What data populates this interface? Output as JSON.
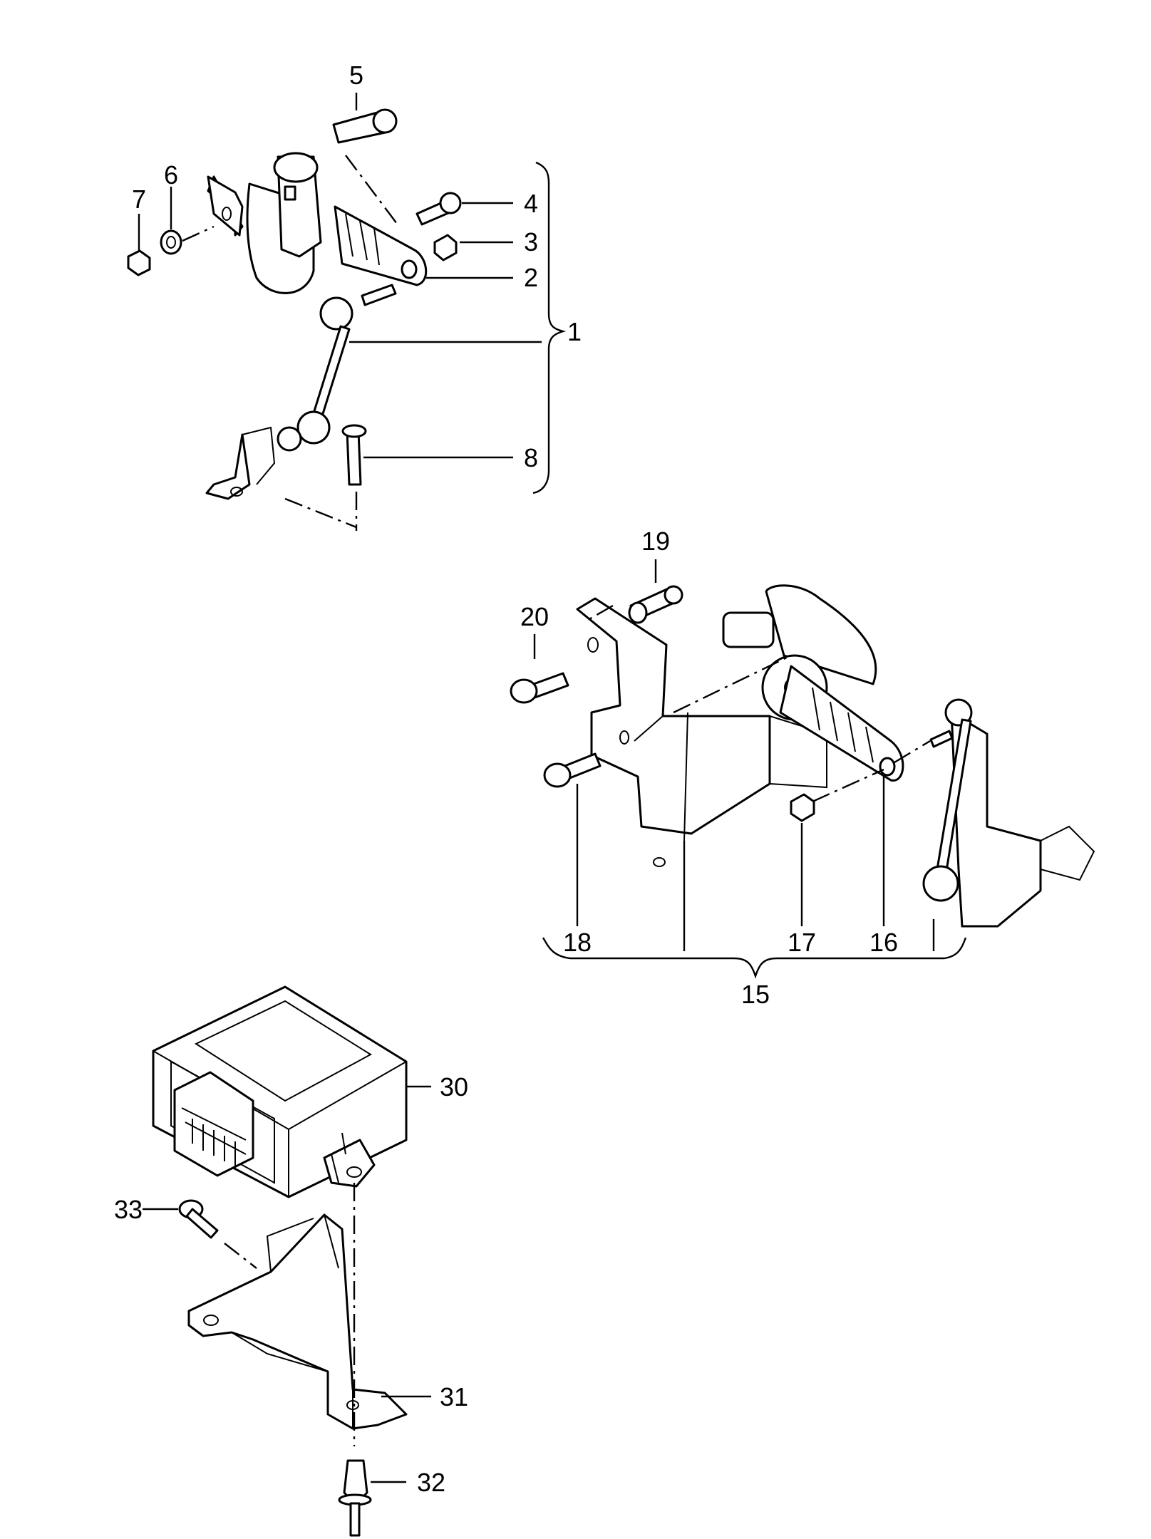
{
  "labels": {
    "p1": "1",
    "p2": "2",
    "p3": "3",
    "p4": "4",
    "p5": "5",
    "p6": "6",
    "p7": "7",
    "p8": "8",
    "p15": "15",
    "p16": "16",
    "p17": "17",
    "p18": "18",
    "p19": "19",
    "p20": "20",
    "p30": "30",
    "p31": "31",
    "p32": "32",
    "p33": "33"
  }
}
